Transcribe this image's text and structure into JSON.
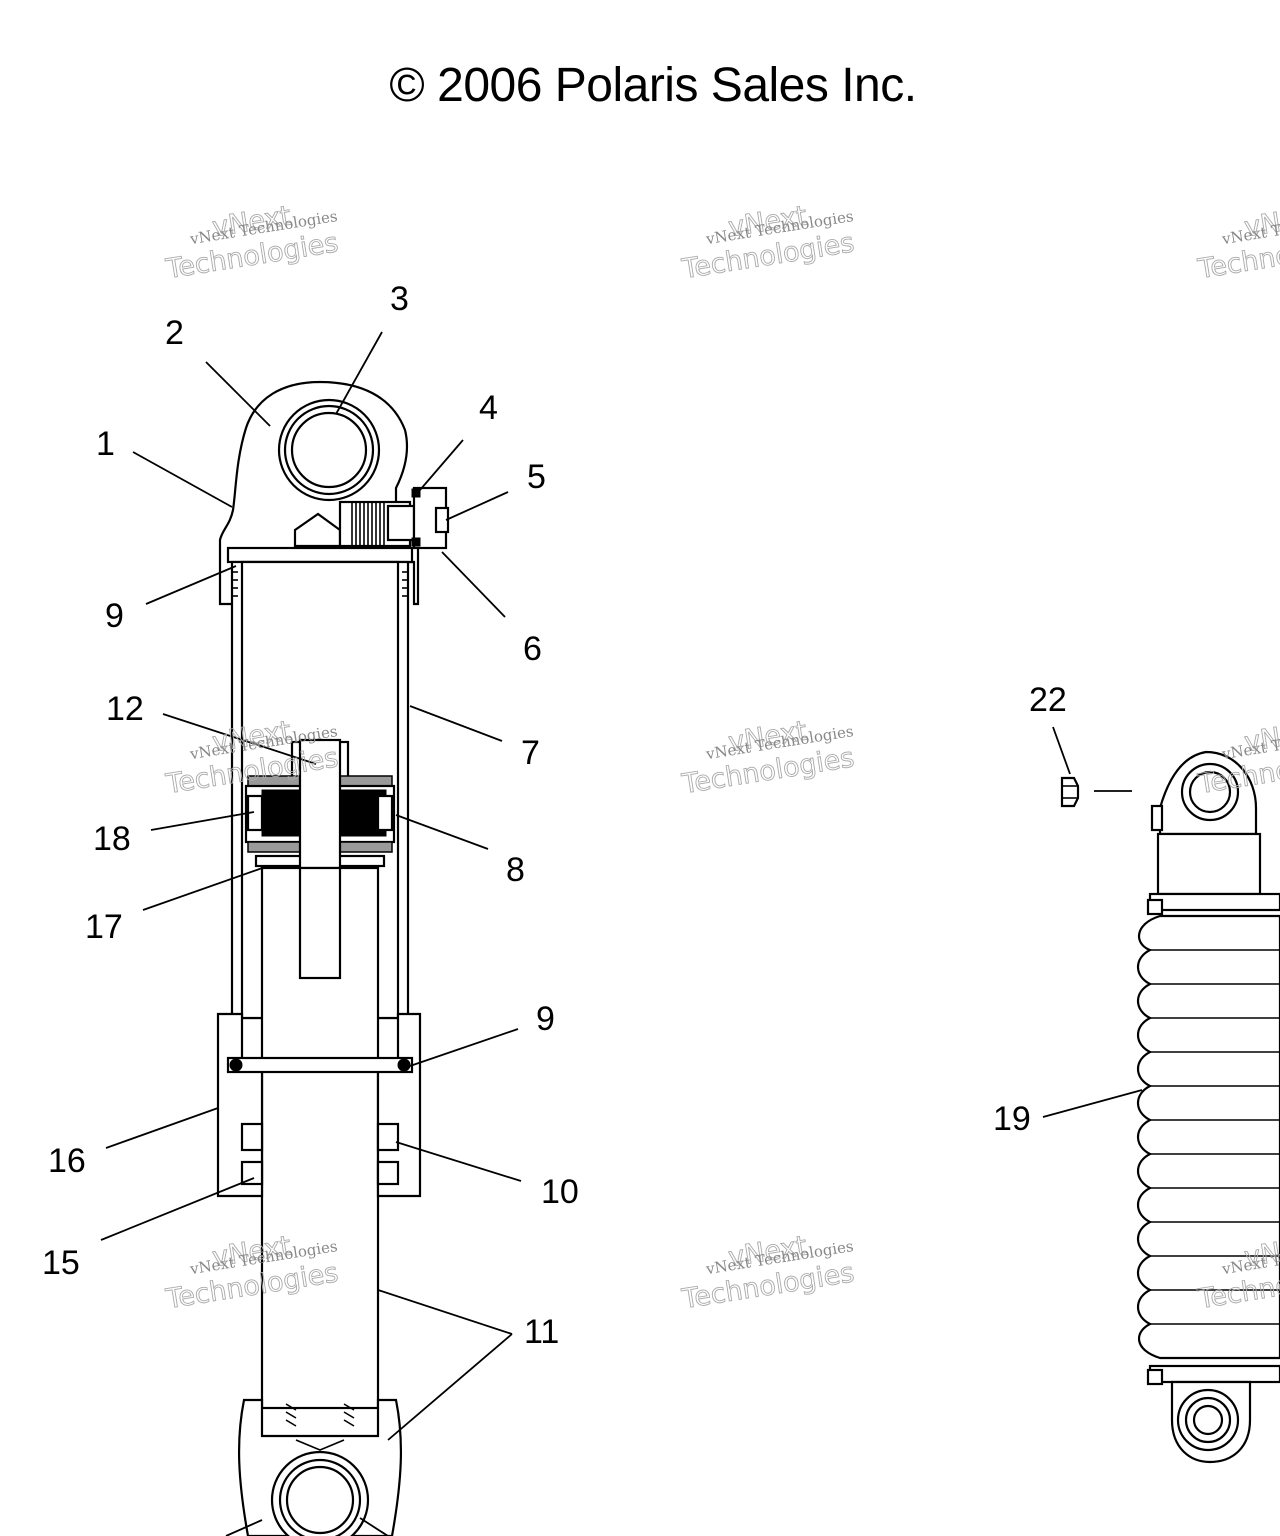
{
  "header": {
    "copyright": "© 2006 Polaris Sales Inc."
  },
  "watermark": {
    "line1": "vNext Technologies",
    "line2": "vNext",
    "line3": "Technologies"
  },
  "callouts": [
    "1",
    "2",
    "3",
    "4",
    "5",
    "9",
    "6",
    "12",
    "7",
    "18",
    "8",
    "17",
    "9",
    "16",
    "10",
    "15",
    "11",
    "22",
    "19"
  ]
}
